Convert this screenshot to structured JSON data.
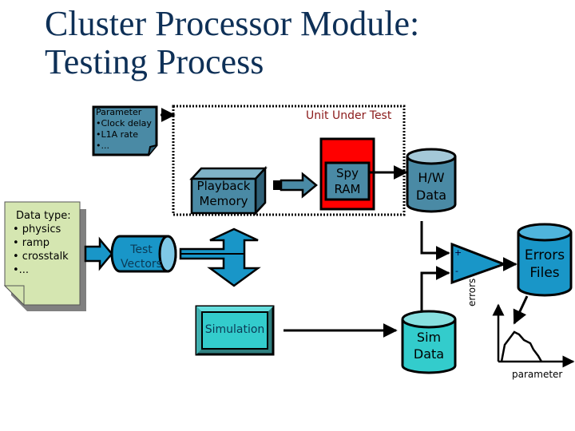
{
  "title": {
    "line1": "Cluster Processor Module:",
    "line2": "Testing Process"
  },
  "parameter_note": {
    "heading": "Parameter",
    "items": [
      "•Clock delay",
      "•L1A rate",
      "•..."
    ]
  },
  "data_type_note": {
    "heading": "Data type:",
    "items": [
      "• physics",
      "• ramp",
      "• crosstalk",
      "•..."
    ]
  },
  "unit_under_test": {
    "label": "Unit Under Test"
  },
  "playback_memory": {
    "line1": "Playback",
    "line2": "Memory"
  },
  "spy_ram": {
    "line1": "Spy",
    "line2": "RAM"
  },
  "hw_data": {
    "line1": "H/W",
    "line2": "Data"
  },
  "test_vectors": {
    "line1": "Test",
    "line2": "Vectors"
  },
  "simulation": {
    "label": "Simulation"
  },
  "sim_data": {
    "line1": "Sim",
    "line2": "Data"
  },
  "comparator": {
    "plus": "+",
    "minus": "-"
  },
  "errors_files": {
    "line1": "Errors",
    "line2": "Files"
  },
  "mini_plot": {
    "ylabel": "errors",
    "xlabel": "parameter"
  },
  "colors": {
    "title": "#0e3057",
    "steel_blue": "#4a8aa5",
    "bright_blue": "#1996c8",
    "light_blue": "#7fc8e6",
    "teal": "#33cccc",
    "red": "#ff0000",
    "note_green": "#d5e6b1",
    "uut_label": "#8b1a1a"
  }
}
